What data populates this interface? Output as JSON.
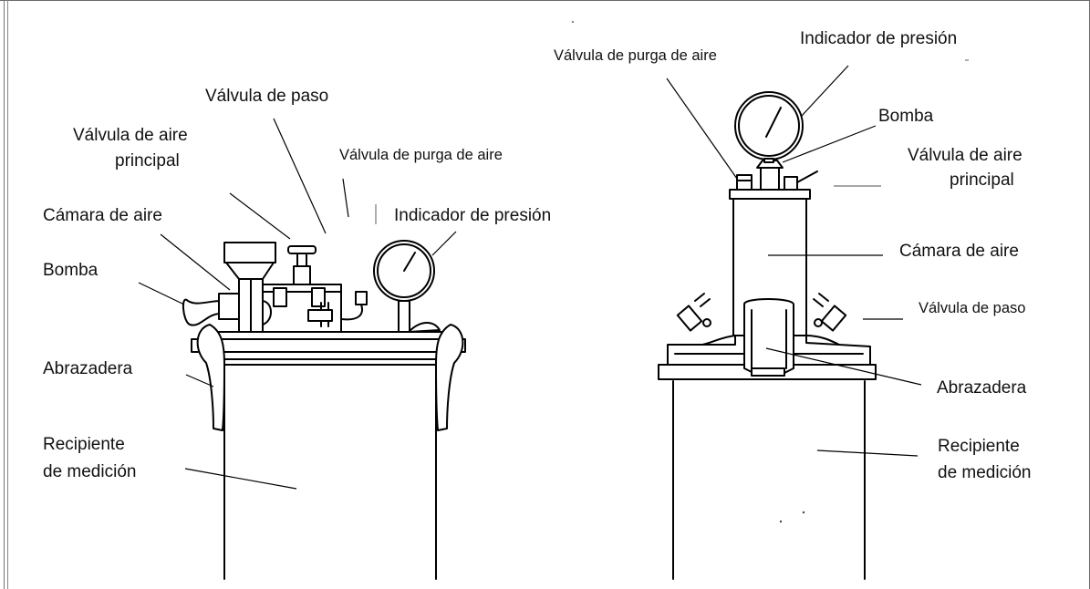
{
  "left_figure": {
    "labels": {
      "stop_valve": "Válvula de paso",
      "main_air_valve_line1": "Válvula de aire",
      "main_air_valve_line2": "principal",
      "bleed_valve": "Válvula de purga de aire",
      "air_chamber": "Cámara de aire",
      "pressure_gauge": "Indicador de presión",
      "pump": "Bomba",
      "clamp": "Abrazadera",
      "container_line1": "Recipiente",
      "container_line2": "de medición"
    }
  },
  "right_figure": {
    "labels": {
      "bleed_valve": "Válvula de purga de aire",
      "pressure_gauge": "Indicador de presión",
      "pump": "Bomba",
      "main_air_valve_line1": "Válvula de aire",
      "main_air_valve_line2": "principal",
      "air_chamber": "Cámara de aire",
      "stop_valve": "Válvula de paso",
      "clamp": "Abrazadera",
      "container_line1": "Recipiente",
      "container_line2": "de medición"
    }
  }
}
